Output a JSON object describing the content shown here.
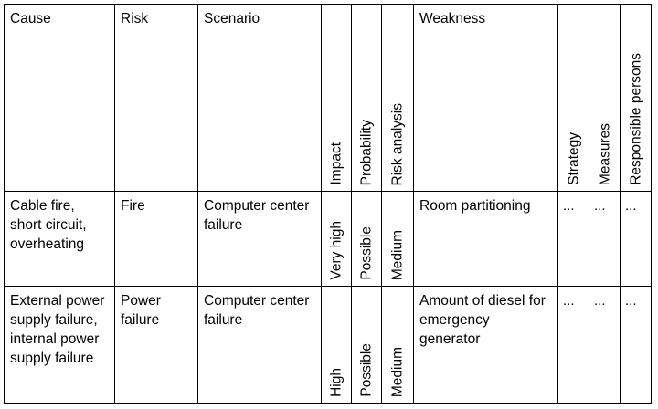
{
  "headers": {
    "cause": "Cause",
    "risk": "Risk",
    "scenario": "Scenario",
    "impact": "Impact",
    "probability": "Probability",
    "risk_analysis": "Risk analysis",
    "weakness": "Weakness",
    "strategy": "Strategy",
    "measures": "Measures",
    "responsible_persons": "Responsible persons"
  },
  "rows": [
    {
      "cause": "Cable fire, short circuit, overheating",
      "risk": "Fire",
      "scenario": "Computer center failure",
      "impact": "Very high",
      "probability": "Possible",
      "risk_analysis": "Medium",
      "weakness": "Room partitioning",
      "strategy": "...",
      "measures": "...",
      "responsible_persons": "..."
    },
    {
      "cause": "External power supply failure, internal power supply failure",
      "risk": "Power failure",
      "scenario": "Computer center failure",
      "impact": "High",
      "probability": "Possible",
      "risk_analysis": "Medium",
      "weakness": "Amount of diesel for emergency generator",
      "strategy": "...",
      "measures": "...",
      "responsible_persons": "..."
    }
  ]
}
